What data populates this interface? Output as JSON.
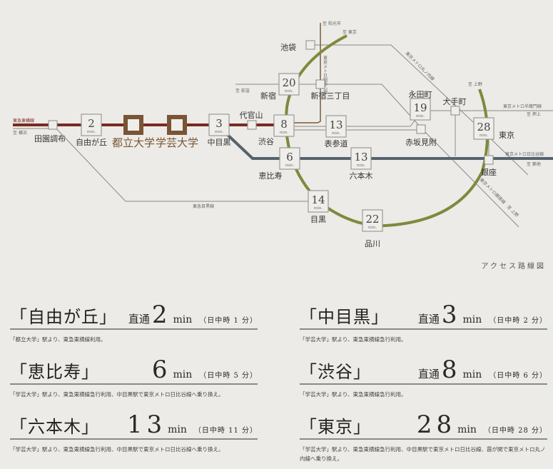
{
  "map": {
    "caption": "アクセス路線図",
    "colors": {
      "background": "#ecebe7",
      "toyoko": "#7a2a20",
      "hibiya": "#54636e",
      "yamanote": "#7d8a3c",
      "fukutoshin": "#7a5a3a",
      "metro": "#8a8a88",
      "home_station": "#7a5535"
    },
    "line_labels": {
      "toyoko": "東急東横線",
      "to_yokohama": "至 横浜",
      "meguro_line": "東急目黒線",
      "to_wakoshi": "至 和光市",
      "to_tokyo_top": "至 東京",
      "fukutoshin": "東京メトロ副都心線",
      "to_ogikubo": "至 荻窪",
      "marunouchi": "東京メトロ丸ノ内線",
      "to_ueno_yamanote": "至 上野",
      "hanzomon": "東京メトロ半蔵門線",
      "to_oshiage": "至 押上",
      "hibiya": "東京メトロ日比谷線",
      "to_tsukiji": "至 築地",
      "ginza": "東京メトロ銀座線　至 上野"
    },
    "min_label": "min.",
    "stations": {
      "denenchofu": {
        "name": "田園調布"
      },
      "jiyugaoka": {
        "name": "自由が丘",
        "min": "2"
      },
      "toritsudaigaku": {
        "name": "都立大学"
      },
      "gakugeidaigaku": {
        "name": "学芸大学"
      },
      "nakameguro": {
        "name": "中目黒",
        "min": "3"
      },
      "daikanyama": {
        "name": "代官山"
      },
      "shibuya": {
        "name": "渋谷",
        "min": "8"
      },
      "ebisu": {
        "name": "恵比寿",
        "min": "6"
      },
      "meguro": {
        "name": "目黒",
        "min": "14"
      },
      "shinagawa": {
        "name": "品川",
        "min": "22"
      },
      "shinjuku": {
        "name": "新宿",
        "min": "20"
      },
      "shinjukusanchome": {
        "name": "新宿三丁目"
      },
      "ikebukuro": {
        "name": "池袋"
      },
      "omotesando": {
        "name": "表参道",
        "min": "13"
      },
      "roppongi": {
        "name": "六本木",
        "min": "13"
      },
      "nagatacho": {
        "name": "永田町",
        "min": "19"
      },
      "akasakamitsuke": {
        "name": "赤坂見附"
      },
      "otemachi": {
        "name": "大手町"
      },
      "tokyo": {
        "name": "東京",
        "min": "28"
      },
      "ginza": {
        "name": "銀座"
      }
    }
  },
  "access": [
    {
      "title": "「自由が丘」",
      "direct": "直通",
      "minutes": "2",
      "unit": "min",
      "daytime": "（日中時 1 分）",
      "note": "「都立大学」駅より、東急東横線利用。"
    },
    {
      "title": "「中目黒」",
      "direct": "直通",
      "minutes": "3",
      "unit": "min",
      "daytime": "（日中時 2 分）",
      "note": "「学芸大学」駅より、東急東横線急行利用。"
    },
    {
      "title": "「恵比寿」",
      "direct": "",
      "minutes": "6",
      "unit": "min",
      "daytime": "（日中時 5 分）",
      "note": "「学芸大学」駅より、東急東横線急行利用、中目黒駅で東京メトロ日比谷線へ乗り換え。"
    },
    {
      "title": "「渋谷」",
      "direct": "直通",
      "minutes": "8",
      "unit": "min",
      "daytime": "（日中時 6 分）",
      "note": "「学芸大学」駅より、東急東横線急行利用。"
    },
    {
      "title": "「六本木」",
      "direct": "",
      "minutes": "13",
      "unit": "min",
      "daytime": "（日中時 11 分）",
      "note": "「学芸大学」駅より、東急東横線急行利用、中目黒駅で東京メトロ日比谷線へ乗り換え。"
    },
    {
      "title": "「東京」",
      "direct": "",
      "minutes": "28",
      "unit": "min",
      "daytime": "（日中時 28 分）",
      "note": "「学芸大学」駅より、東急東横線急行利用、中目黒駅で東京メトロ日比谷線、霞が関で東京メトロ丸ノ内線へ乗り換え。"
    }
  ]
}
